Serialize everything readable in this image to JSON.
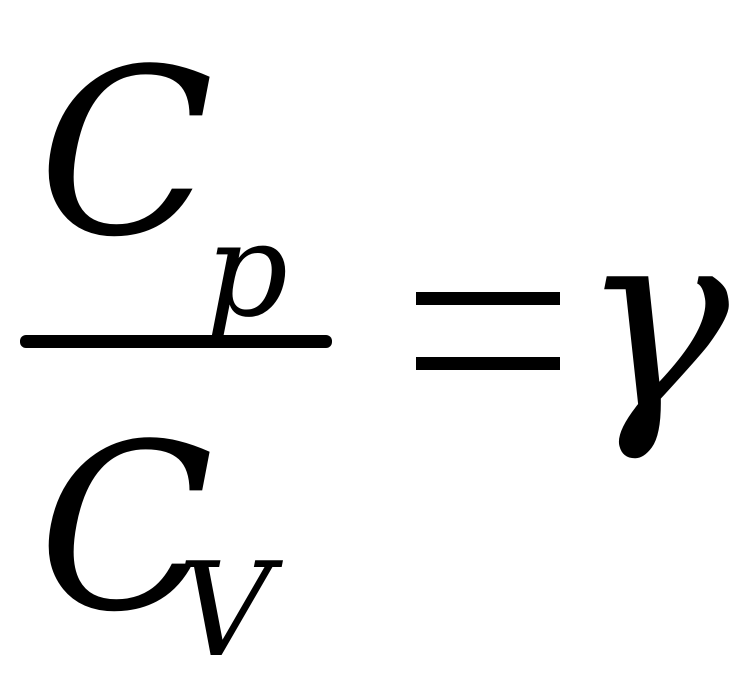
{
  "formula": {
    "numerator": {
      "symbol": "C",
      "subscript": "p"
    },
    "denominator": {
      "symbol": "C",
      "subscript": "V"
    },
    "relation": "=",
    "result": "γ"
  }
}
